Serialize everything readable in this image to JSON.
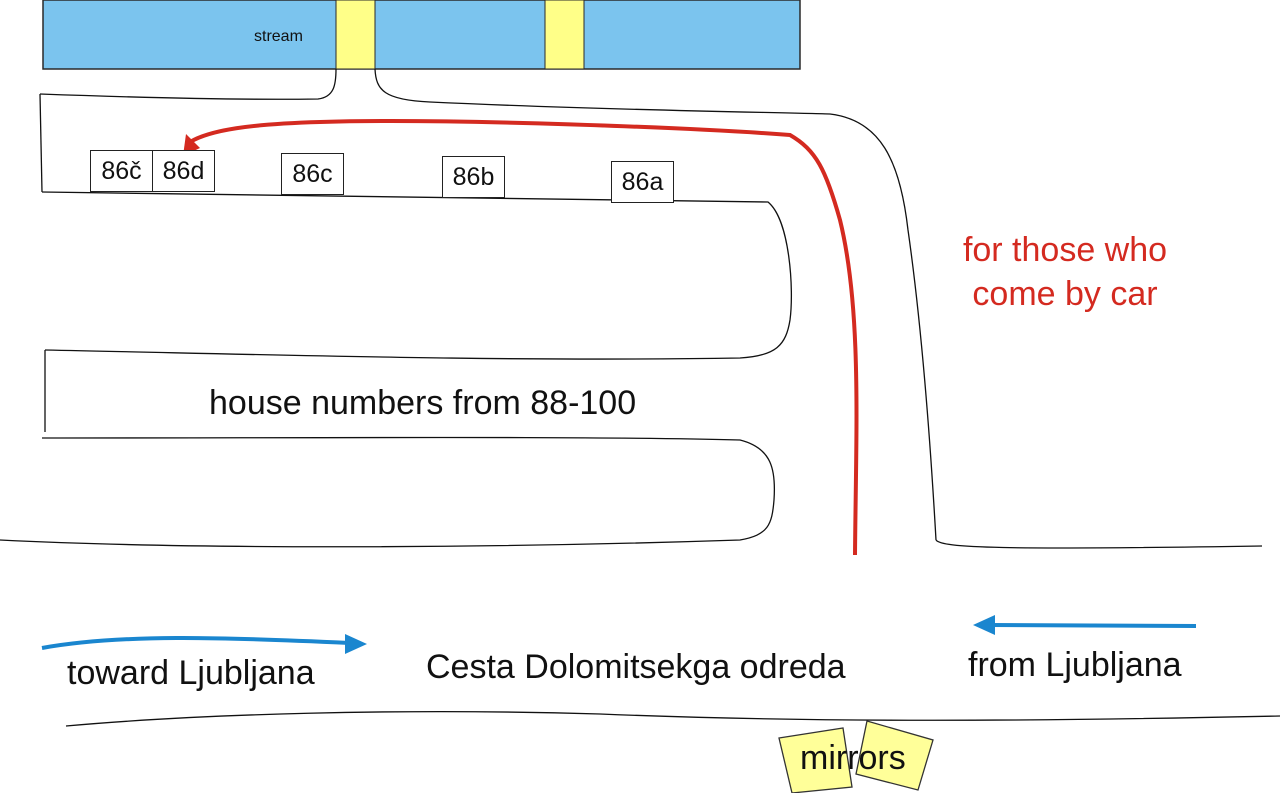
{
  "stream": {
    "label": "stream",
    "water_color": "#7bc4ee",
    "bridge_color": "#ffff88"
  },
  "houses": [
    "86č",
    "86d",
    "86c",
    "86b",
    "86a"
  ],
  "block_label": "house numbers from 88-100",
  "route": {
    "note_line1": "for those who",
    "note_line2": "come by car",
    "color": "#d42a20"
  },
  "main_road": {
    "name": "Cesta Dolomitsekga odreda",
    "left_direction": "toward Ljubljana",
    "right_direction": "from Ljubljana",
    "arrow_color": "#1a86cf"
  },
  "mirrors": {
    "label": "mirrors",
    "color": "#ffff99"
  },
  "icons": {
    "route_arrow": "arrow-left-icon",
    "direction_right": "arrow-right-icon",
    "direction_left": "arrow-left-icon"
  }
}
